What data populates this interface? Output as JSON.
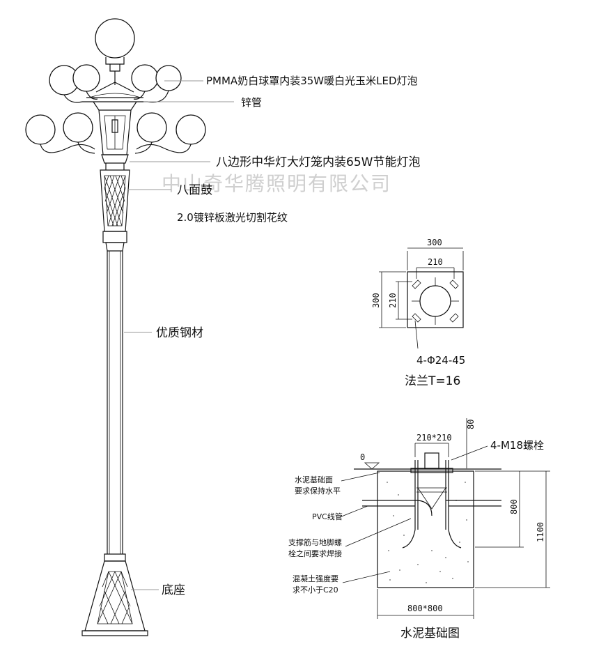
{
  "watermark": "中山奇华腾照明有限公司",
  "callouts": {
    "globe": "PMMA奶白球罩内装35W暖白光玉米LED灯泡",
    "zinc_pipe": "锌管",
    "lantern": "八边形中华灯大灯笼内装65W节能灯泡",
    "drum": "八面鼓",
    "laser_cut": "2.0镀锌板激光切割花纹",
    "steel": "优质钢材",
    "base": "底座"
  },
  "flange": {
    "outer_width": "300",
    "inner_width": "210",
    "outer_height": "300",
    "inner_height": "210",
    "holes": "4-Φ24-45",
    "title": "法兰T=16"
  },
  "foundation": {
    "bolt_spacing": "210*210",
    "bolt_protrusion": "80",
    "bolts": "4-M18螺栓",
    "zero_level": "0",
    "note_surface_1": "水泥基础面",
    "note_surface_2": "要求保持水平",
    "note_pvc": "PVC线管",
    "note_weld_1": "支撑筋与地脚螺",
    "note_weld_2": "栓之间要求焊接",
    "note_concrete_1": "混凝土强度要",
    "note_concrete_2": "求不小于C20",
    "depth": "800",
    "total_depth": "1100",
    "footprint": "800*800",
    "title": "水泥基础图"
  }
}
